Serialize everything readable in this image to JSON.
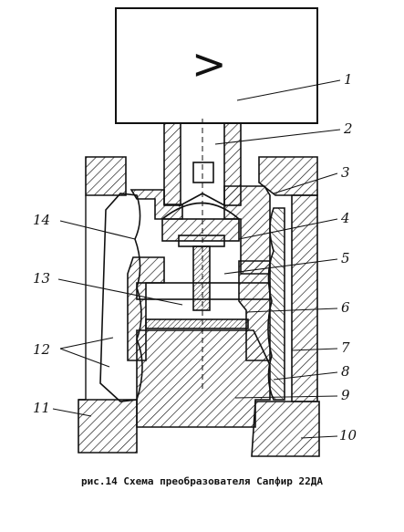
{
  "figure": {
    "amplifier_symbol": ">",
    "callouts": [
      "1",
      "2",
      "3",
      "4",
      "5",
      "6",
      "7",
      "8",
      "9",
      "10",
      "11",
      "12",
      "13",
      "14"
    ],
    "caption": "рис.14 Схема преобразователя Сапфир 22ДА"
  },
  "colors": {
    "ink": "#111111",
    "paper": "#ffffff"
  }
}
